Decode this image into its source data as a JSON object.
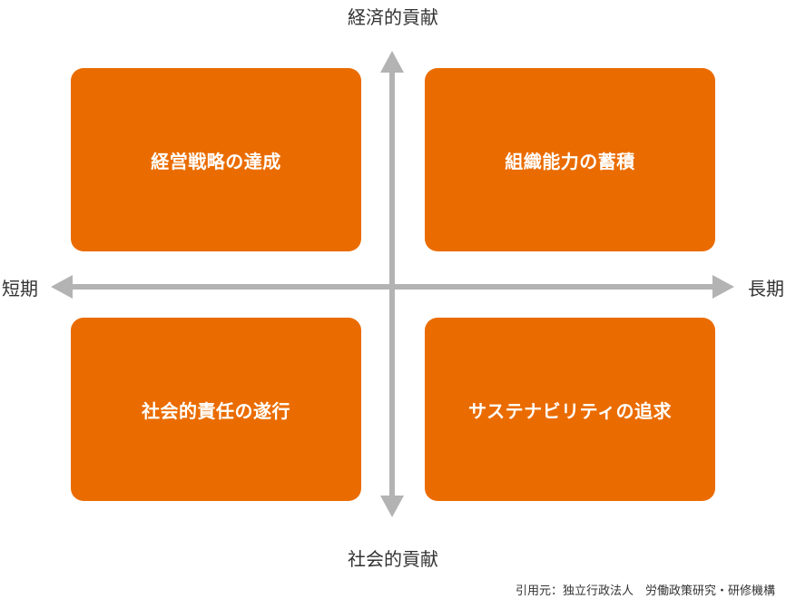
{
  "colors": {
    "quadrant_fill": "#EA6C00",
    "axis": "#B3B3B3",
    "quadrant_text": "#FFFFFF"
  },
  "axes": {
    "top": "経済的貢献",
    "bottom": "社会的貢献",
    "left": "短期",
    "right": "長期"
  },
  "quadrants": {
    "top_left": "経営戦略の達成",
    "top_right": "組織能力の蓄積",
    "bottom_left": "社会的責任の遂行",
    "bottom_right": "サステナビリティの追求"
  },
  "source": "引用元：独立行政法人　労働政策研究・研修機構"
}
